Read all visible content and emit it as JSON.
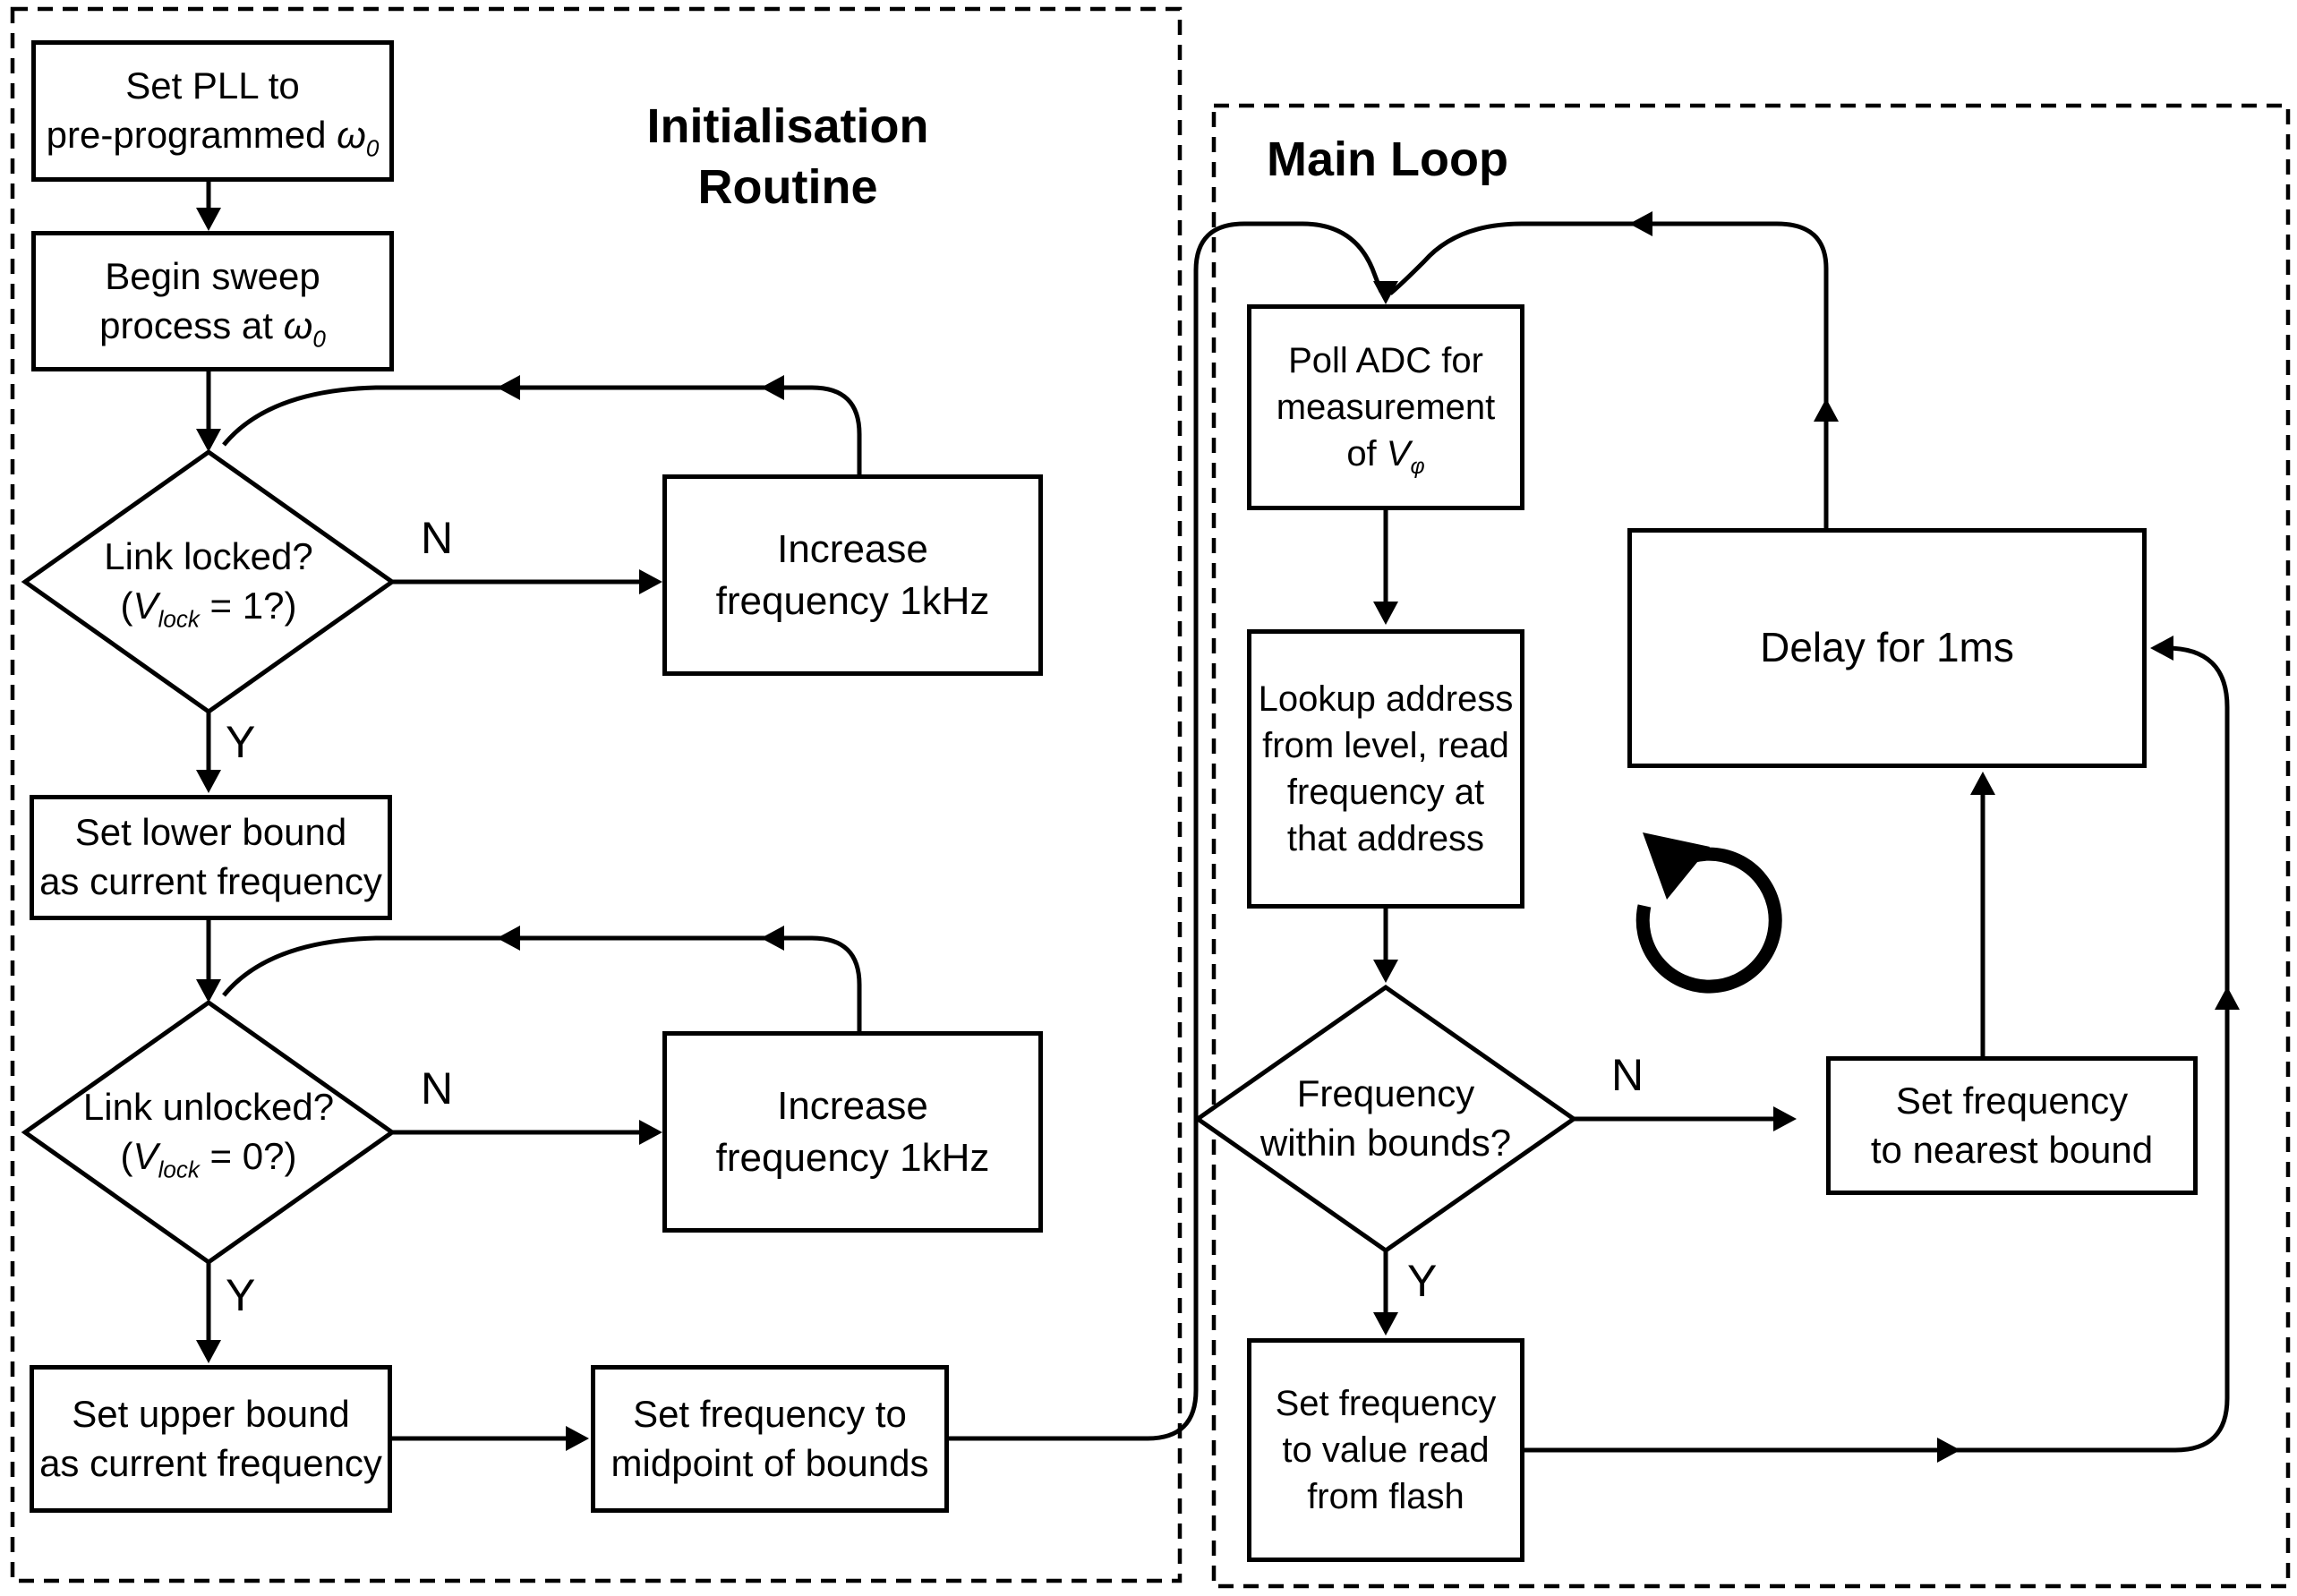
{
  "sections": {
    "init": {
      "title_line1": "Initialisation",
      "title_line2": "Routine"
    },
    "main": {
      "title": "Main Loop"
    }
  },
  "nodes": {
    "set_pll": {
      "line1": "Set PLL to",
      "line2_prefix": "pre-programmed ",
      "omega": "ω",
      "omega_sub": "0"
    },
    "begin_sweep": {
      "line1": "Begin sweep",
      "line2_prefix": "process at ",
      "omega": "ω",
      "omega_sub": "0"
    },
    "link_locked": {
      "line1": "Link locked?",
      "open": "(",
      "var": "V",
      "var_sub": "lock",
      "close": " = 1?)"
    },
    "increase_freq_1": {
      "line1": "Increase",
      "line2": "frequency 1kHz"
    },
    "set_lower": {
      "line1": "Set lower bound",
      "line2": "as current frequency"
    },
    "link_unlocked": {
      "line1": "Link unlocked?",
      "open": "(",
      "var": "V",
      "var_sub": "lock",
      "close": " = 0?)"
    },
    "increase_freq_2": {
      "line1": "Increase",
      "line2": "frequency 1kHz"
    },
    "set_upper": {
      "line1": "Set upper bound",
      "line2": "as current frequency"
    },
    "set_midpoint": {
      "line1": "Set frequency to",
      "line2": "midpoint of bounds"
    },
    "poll_adc": {
      "line1": "Poll ADC for",
      "line2": "measurement",
      "line3_prefix": "of ",
      "var": "V",
      "var_sub": "φ"
    },
    "lookup": {
      "line1": "Lookup address",
      "line2": "from level, read",
      "line3": "frequency at",
      "line4": "that address"
    },
    "freq_within": {
      "line1": "Frequency",
      "line2": "within bounds?"
    },
    "set_nearest": {
      "line1": "Set frequency",
      "line2": "to nearest bound"
    },
    "delay": {
      "line1": "Delay for 1ms"
    },
    "set_flash": {
      "line1": "Set frequency",
      "line2": "to value read",
      "line3": "from flash"
    }
  },
  "edge_labels": {
    "n1": "N",
    "y1": "Y",
    "n2": "N",
    "y2": "Y",
    "n3": "N",
    "y3": "Y"
  },
  "icons": {
    "rotation_arrow": "circular-loop-arrow"
  },
  "colors": {
    "ink": "#000000",
    "background": "#ffffff"
  }
}
